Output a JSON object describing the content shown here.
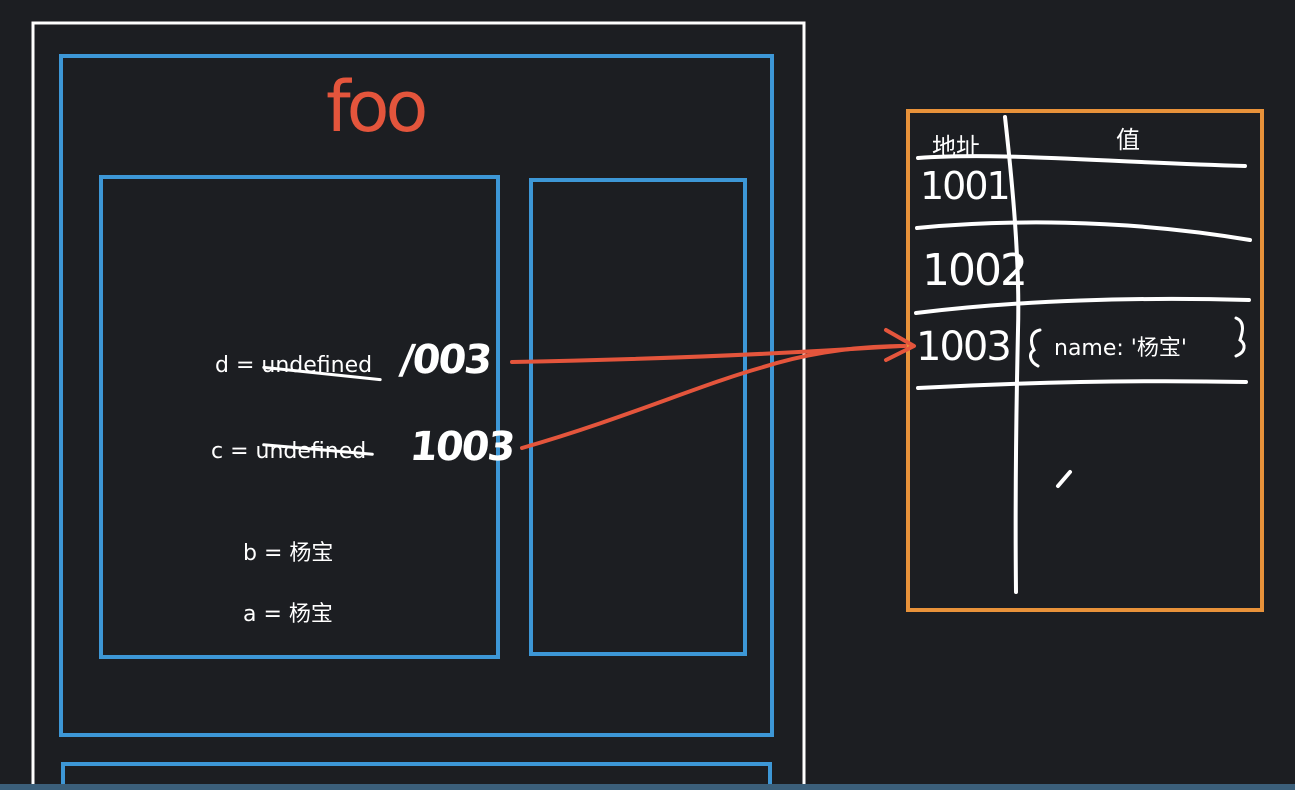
{
  "diagram": {
    "scope_title": "foo",
    "variables": [
      {
        "text": "d = undefined",
        "handwritten": "/003"
      },
      {
        "text": "c = undefined",
        "handwritten": "1003"
      },
      {
        "text": "b = 杨宝"
      },
      {
        "text": "a = 杨宝"
      }
    ],
    "memory_table": {
      "header_address": "地址",
      "header_value": "值",
      "rows": [
        {
          "address": "1001",
          "value": ""
        },
        {
          "address": "1002",
          "value": ""
        },
        {
          "address": "1003",
          "value": "name: '杨宝'"
        }
      ]
    },
    "colors": {
      "background": "#1c1e22",
      "outer_frame": "#ffffff",
      "scope_box": "#3d97d6",
      "arrow": "#e4553c",
      "memory_box": "#e8923a",
      "title": "#e4553c"
    }
  }
}
